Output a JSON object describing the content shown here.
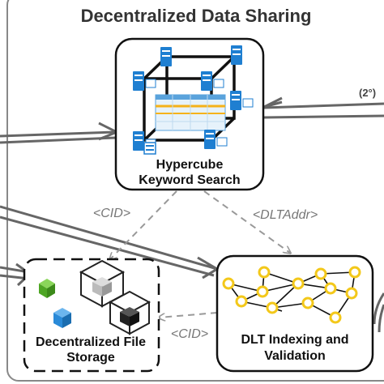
{
  "diagram": {
    "title": "Decentralized Data Sharing",
    "right_edge_label": "(2°)",
    "nodes": {
      "hypercube": {
        "line1": "Hypercube",
        "line2": "Keyword Search"
      },
      "file_storage": {
        "line1": "Decentralized File",
        "line2": "Storage"
      },
      "dlt": {
        "line1": "DLT Indexing and",
        "line2": "Validation"
      }
    },
    "edge_labels": {
      "cid_top": "<CID>",
      "dltaddr": "<DLTAddr>",
      "cid_bottom": "<CID>"
    },
    "colors": {
      "server_blue": "#1f7fd1",
      "highlight_orange": "#f5b21a",
      "cube_green": "#5cbf2a",
      "cube_blue": "#2a8ad8",
      "graph_node_yellow": "#f3c81a",
      "dashed_gray": "#999999"
    }
  }
}
